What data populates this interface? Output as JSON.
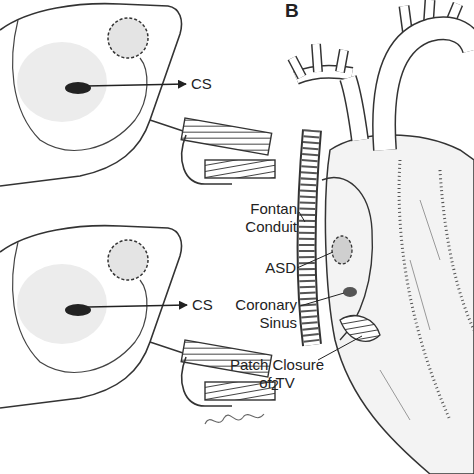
{
  "diagram": {
    "labels": [
      "CS",
      "CS",
      "2",
      "B",
      "Fontan Conduit",
      "ASD",
      "Coronary Sinus",
      "Patch Closure of TV"
    ]
  }
}
